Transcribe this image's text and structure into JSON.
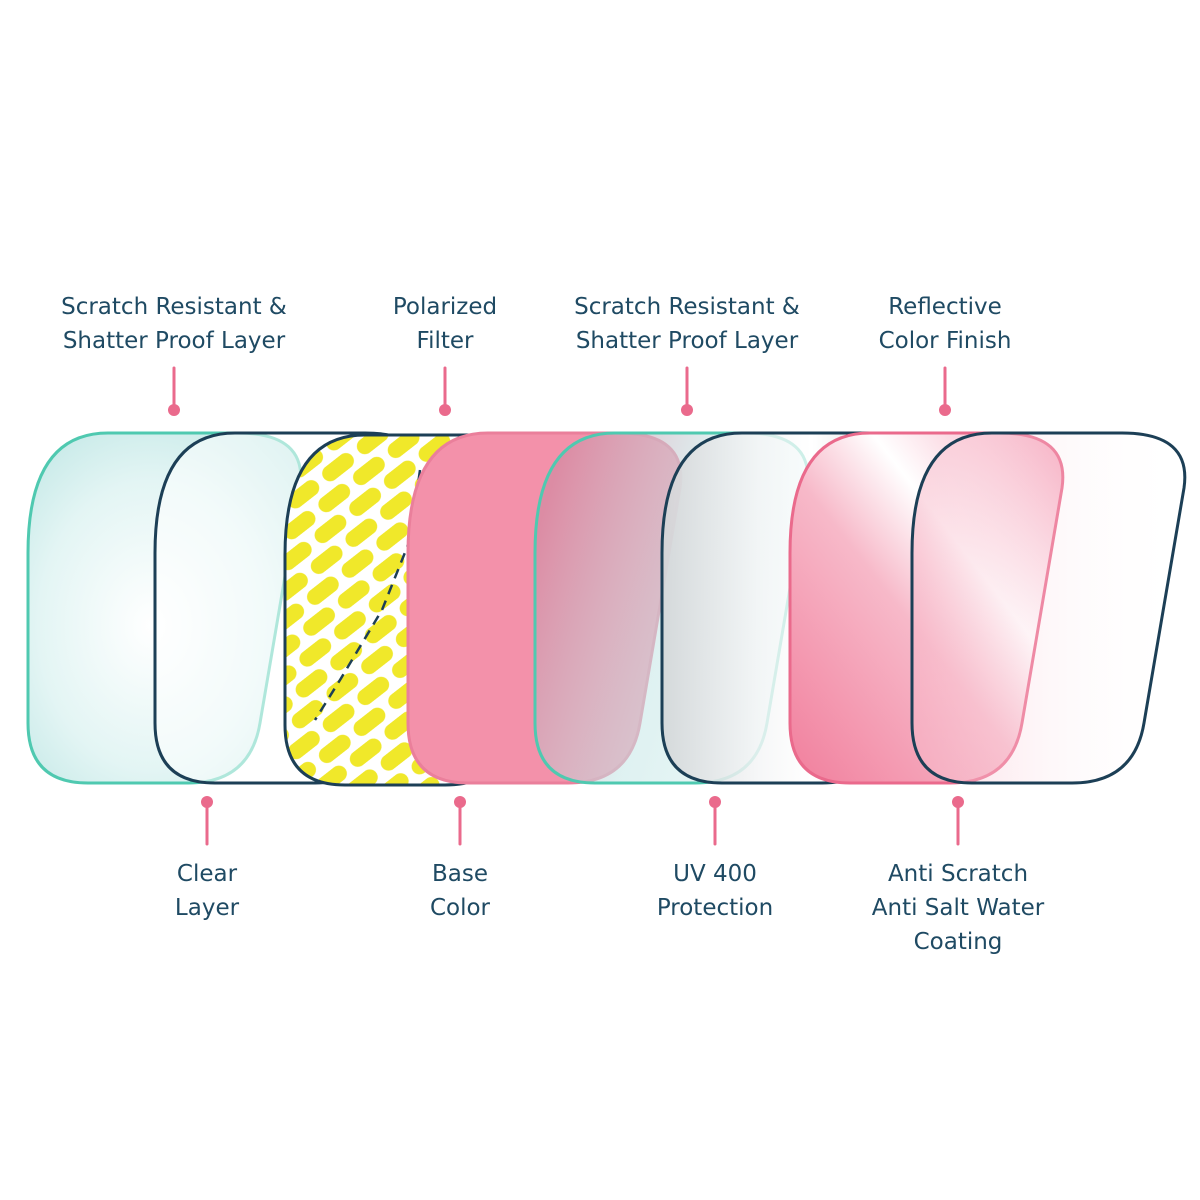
{
  "colors": {
    "label_text": "#1f4a63",
    "pointer": "#ea6a8c",
    "outline_navy": "#1c3f56",
    "outline_teal": "#4fc9b0",
    "lens_pink": "#f391aa",
    "pattern_yellow": "#f0e82a"
  },
  "labels_top": [
    {
      "line1": "Scratch Resistant &",
      "line2": "Shatter Proof Layer"
    },
    {
      "line1": "Polarized",
      "line2": "Filter"
    },
    {
      "line1": "Scratch Resistant &",
      "line2": "Shatter Proof Layer"
    },
    {
      "line1": "Reflective",
      "line2": "Color Finish"
    }
  ],
  "labels_bottom": [
    {
      "line1": "Clear",
      "line2": "Layer"
    },
    {
      "line1": "Base",
      "line2": "Color"
    },
    {
      "line1": "UV 400",
      "line2": "Protection"
    },
    {
      "line1": "Anti Scratch",
      "line2": "Anti Salt Water",
      "line3": "Coating"
    }
  ]
}
